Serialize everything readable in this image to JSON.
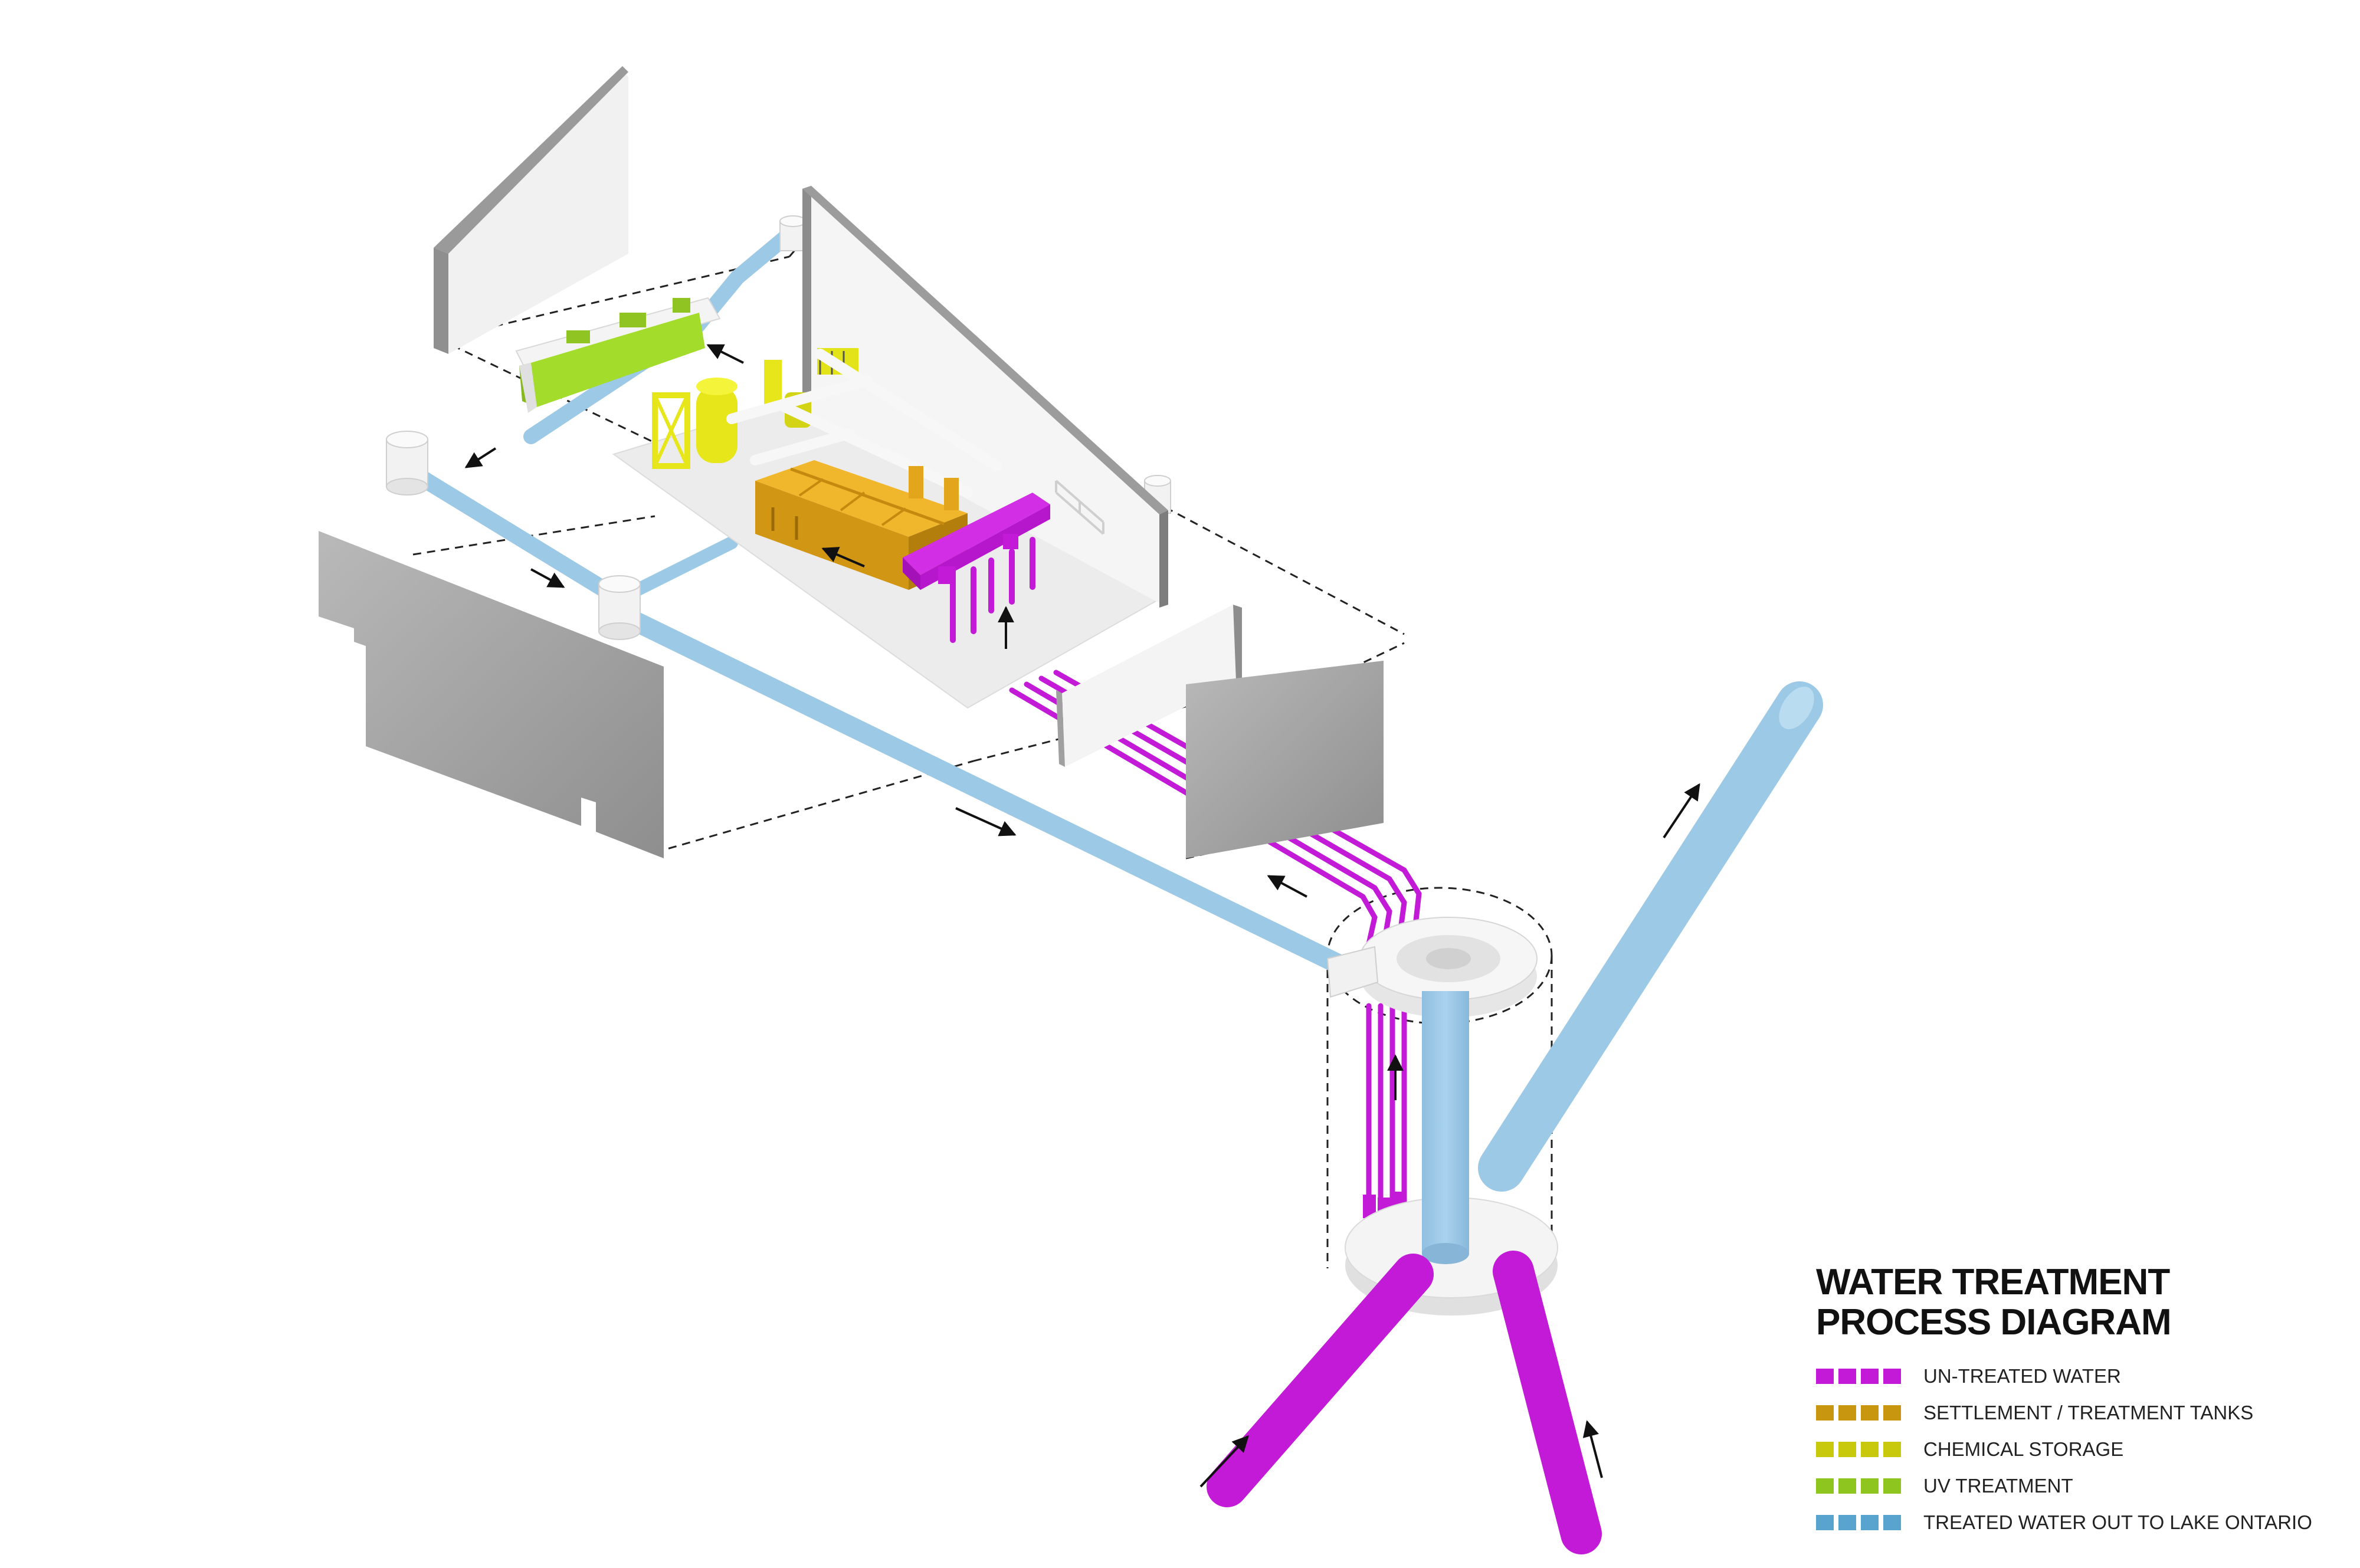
{
  "title": {
    "line1": "WATER TREATMENT",
    "line2": "PROCESS DIAGRAM"
  },
  "legend": [
    {
      "label": "UN-TREATED WATER",
      "color": "#c21ad6"
    },
    {
      "label": "SETTLEMENT / TREATMENT TANKS",
      "color": "#c9960f"
    },
    {
      "label": "CHEMICAL STORAGE",
      "color": "#c8c80d"
    },
    {
      "label": "UV TREATMENT",
      "color": "#8ec61f"
    },
    {
      "label": "TREATED WATER OUT TO LAKE ONTARIO",
      "color": "#58a4cf"
    }
  ],
  "colors": {
    "untreated": "#c21ad6",
    "tanks": "#e0a81a",
    "chemical": "#e6e61a",
    "uv": "#a3dc2a",
    "treated": "#9cc9e6",
    "wall": "#e9e9e9",
    "concrete": "#a7a7a7",
    "arrow": "#111111"
  }
}
